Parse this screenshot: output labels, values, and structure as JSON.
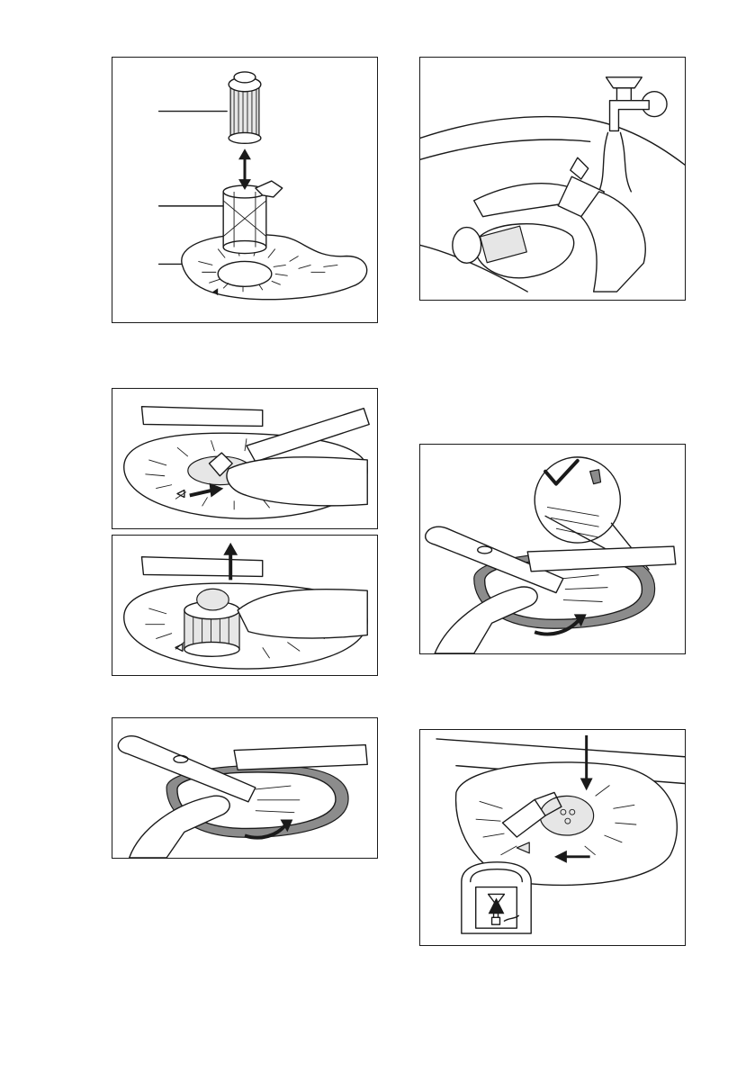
{
  "document": {
    "type": "instruction-illustration-page",
    "panels": [
      {
        "step": "filter-disassembly"
      },
      {
        "step": "rinse-filter-under-tap"
      },
      {
        "step": "turn-filter-handle-left"
      },
      {
        "step": "lift-filter-out"
      },
      {
        "step": "check-spray-arm-clip"
      },
      {
        "step": "refit-spray-arm"
      },
      {
        "step": "reinstall-filter-and-lock"
      }
    ]
  },
  "icons": {
    "check": "check-mark-icon",
    "arrow_double": "double-arrow-icon",
    "arrow_up": "arrow-up-icon",
    "arrow_curved": "curved-arrow-icon",
    "arrow_down": "arrow-down-icon",
    "lock": "lock-icon"
  },
  "colors": {
    "line": "#1a1a1a",
    "fill_light": "#e6e6e6",
    "fill_dark": "#8c8c8c"
  }
}
